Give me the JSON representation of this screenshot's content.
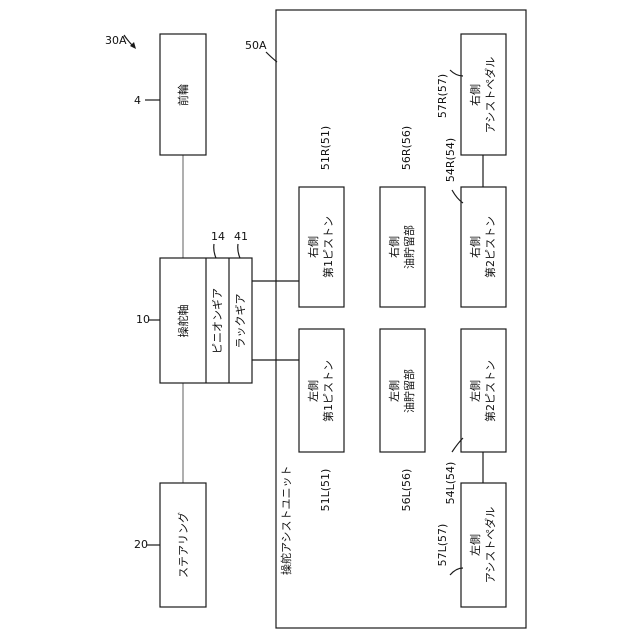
{
  "figure_ref": "30A",
  "assist_unit": {
    "ref": "50A",
    "label": "操舵アシストユニット"
  },
  "boxes": {
    "front_wheel": {
      "ref": "4",
      "label": "前輪"
    },
    "steering_shaft": {
      "ref": "10",
      "label": "操舵軸"
    },
    "pinion_gear": {
      "ref": "14",
      "label": "ピニオンギア"
    },
    "rack_gear": {
      "ref": "41",
      "label": "ラックギア"
    },
    "steering": {
      "ref": "20",
      "label": "ステアリング"
    },
    "right_piston1": {
      "ref": "51R(51)",
      "line1": "右側",
      "line2": "第1ピストン"
    },
    "right_oil": {
      "ref": "56R(56)",
      "line1": "右側",
      "line2": "油貯留部"
    },
    "right_piston2": {
      "ref": "54R(54)",
      "line1": "右側",
      "line2": "第2ピストン"
    },
    "right_pedal": {
      "ref": "57R(57)",
      "line1": "右側",
      "line2": "アシストペダル"
    },
    "left_piston1": {
      "ref": "51L(51)",
      "line1": "左側",
      "line2": "第1ピストン"
    },
    "left_oil": {
      "ref": "56L(56)",
      "line1": "左側",
      "line2": "油貯留部"
    },
    "left_piston2": {
      "ref": "54L(54)",
      "line1": "左側",
      "line2": "第2ピストン"
    },
    "left_pedal": {
      "ref": "57L(57)",
      "line1": "左側",
      "line2": "アシストペダル"
    }
  }
}
